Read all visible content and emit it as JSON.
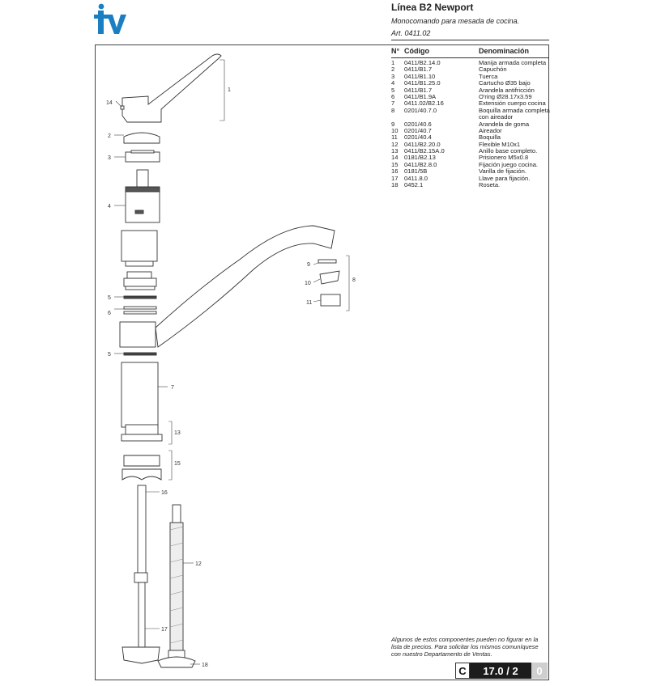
{
  "header": {
    "title": "Línea B2 Newport",
    "subtitle": "Monocomando para mesada de cocina.",
    "article": "Art. 0411.02"
  },
  "brand": {
    "logo_text": "fv",
    "color": "#1a7fc1"
  },
  "table": {
    "col_num": "N°",
    "col_code": "Código",
    "col_name": "Denominación",
    "rows": [
      {
        "n": "1",
        "code": "0411/B2.14.0",
        "name": "Manija armada completa"
      },
      {
        "n": "2",
        "code": "0411/B1.7",
        "name": "Capuchón"
      },
      {
        "n": "3",
        "code": "0411/B1.10",
        "name": "Tuerca"
      },
      {
        "n": "4",
        "code": "0411/B1.25.0",
        "name": "Cartucho Ø35 bajo"
      },
      {
        "n": "5",
        "code": "0411/B1.7",
        "name": "Arandela antifricción"
      },
      {
        "n": "6",
        "code": "0411/B1.9A",
        "name": "O'ring Ø28.17x3.59"
      },
      {
        "n": "7",
        "code": "0411.02/B2.16",
        "name": "Extensión cuerpo cocina"
      },
      {
        "n": "8",
        "code": "0201/40.7.0",
        "name": "Boquilla armada completa con aireador"
      },
      {
        "n": "9",
        "code": "0201/40.6",
        "name": "Arandela de goma"
      },
      {
        "n": "10",
        "code": "0201/40.7",
        "name": "Aireador"
      },
      {
        "n": "11",
        "code": "0201/40.4",
        "name": "Boquilla"
      },
      {
        "n": "12",
        "code": "0411/B2.20.0",
        "name": "Flexible M10x1"
      },
      {
        "n": "13",
        "code": "0411/B2.15A.0",
        "name": "Anillo base completo."
      },
      {
        "n": "14",
        "code": "0181/B2.13",
        "name": "Prisionero M5x0.8"
      },
      {
        "n": "15",
        "code": "0411/B2.8.0",
        "name": "Fijación juego cocina."
      },
      {
        "n": "16",
        "code": "0181/5B",
        "name": "Varilla de fijación."
      },
      {
        "n": "17",
        "code": "0411.8.0",
        "name": "Llave para fijación."
      },
      {
        "n": "18",
        "code": "0452.1",
        "name": "Roseta."
      }
    ]
  },
  "note": "Algunos de estos componentes pueden no figurar en la lista de precios. Para solicitar los mismos comuníquese con nuestro Departamento de Ventas.",
  "page_number": {
    "section": "C",
    "main": "17.0 / 2",
    "version": "0"
  },
  "diagram_labels": {
    "l1": "1",
    "l2": "2",
    "l3": "3",
    "l4": "4",
    "l5a": "5",
    "l5b": "5",
    "l6": "6",
    "l7": "7",
    "l8": "8",
    "l9": "9",
    "l10": "10",
    "l11": "11",
    "l12": "12",
    "l13": "13",
    "l14": "14",
    "l15": "15",
    "l16": "16",
    "l17": "17",
    "l18": "18"
  }
}
